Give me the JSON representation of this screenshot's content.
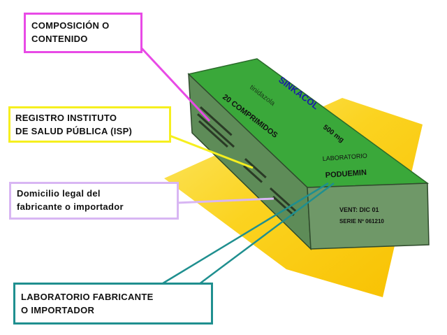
{
  "callouts": {
    "composicion": {
      "line1": "COMPOSICIÓN O",
      "line2": "CONTENIDO",
      "color": "#e84ae6"
    },
    "registro": {
      "line1": "REGISTRO INSTITUTO",
      "line2": "DE SALUD PÚBLICA (ISP)",
      "color": "#f6ef1f"
    },
    "domicilio": {
      "line1": "Domicilio legal del",
      "line2": "fabricante o importador",
      "color": "#d8b6f3"
    },
    "laboratorio": {
      "line1": "LABORATORIO FABRICANTE",
      "line2": "O IMPORTADOR",
      "color": "#1f8f8f"
    }
  },
  "box": {
    "brand": "SINKACOL",
    "dose": "500 mg",
    "generic": "tinidazola",
    "count": "20 COMPRIMIDOS",
    "lab_label": "LABORATORIO",
    "lab_name": "PODUEMIN",
    "expiry": "VENT: DIC 01",
    "serie": "SERIE Nº 061210"
  },
  "colors": {
    "box_top": "#3aa83a",
    "box_side": "#5e8c58",
    "box_front": "#6f9868",
    "background_sheet": "#fbd320",
    "brand_text": "#1a1aa8"
  }
}
